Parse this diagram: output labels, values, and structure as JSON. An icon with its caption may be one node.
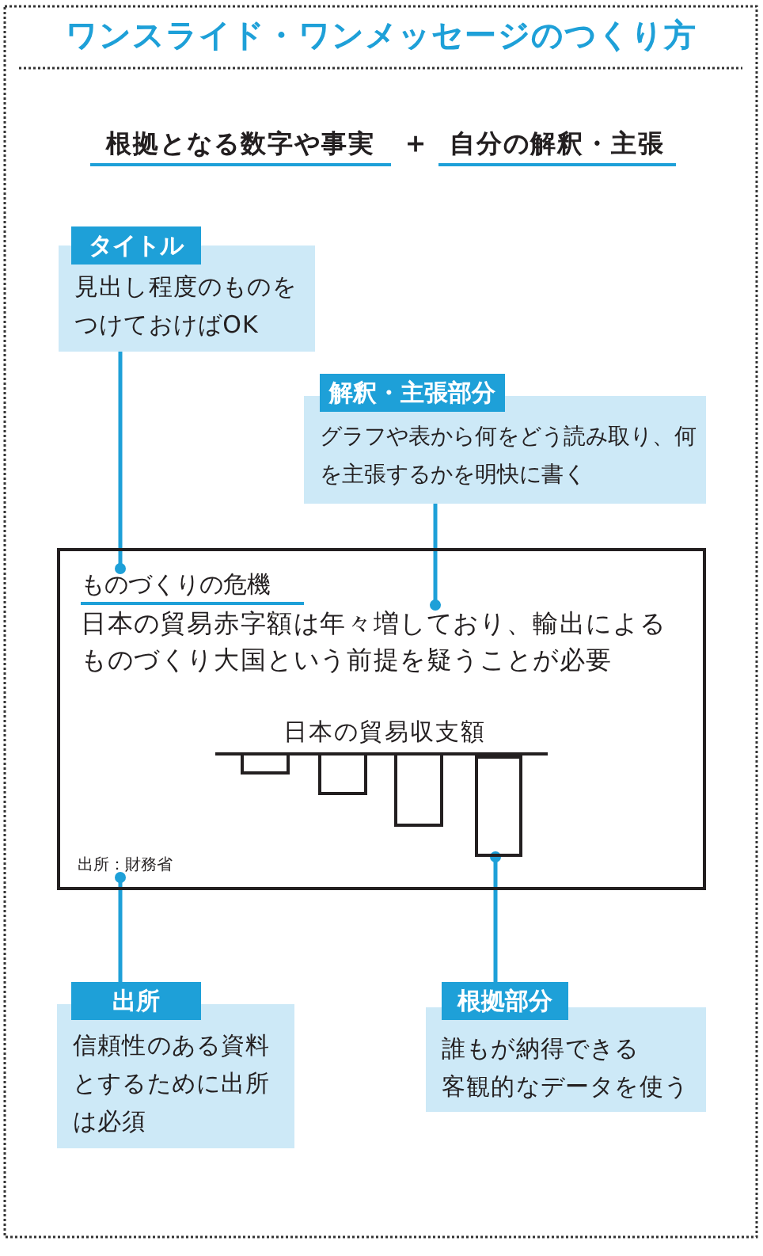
{
  "diagram": {
    "title": "ワンスライド・ワンメッセージのつくり方",
    "nodes": [
      {
        "text": [
          "タイトル",
          "見出し程度のものをつけておけばOK"
        ]
      },
      {
        "text": [
          "解釈・主張部分",
          "グラフや表から何をどう読み取り、何を主張するかを明快に書く"
        ]
      },
      {
        "text": [],
        "shape": "box"
      },
      {
        "text": [
          "ものづくりの危機"
        ],
        "in": 2
      },
      {
        "text": [
          "日本の貿易赤字額は年々増しており、輸出によるものづくり大国という前提を疑うことが必要"
        ],
        "in": 2
      },
      {
        "text": [],
        "shape": "bar",
        "in": 2
      },
      {
        "text": [
          "出所：財務省"
        ],
        "in": 2
      },
      {
        "text": [
          "出所",
          "信頼性のある資料とするために出所は必須"
        ]
      },
      {
        "text": [
          "根拠部分",
          "誰もが納得できる客観的なデータを使う"
        ]
      }
    ],
    "edges": [
      {
        "from": 0,
        "to": 3,
        "arrow": "other"
      },
      {
        "from": 1,
        "to": 4,
        "arrow": "other"
      },
      {
        "from": 7,
        "to": 6,
        "arrow": "other"
      },
      {
        "from": 8,
        "to": 5,
        "arrow": "other"
      }
    ],
    "labels": [
      "根拠となる数字や事実",
      "＋",
      "自分の解釈・主張",
      "日本の貿易収支額"
    ]
  }
}
